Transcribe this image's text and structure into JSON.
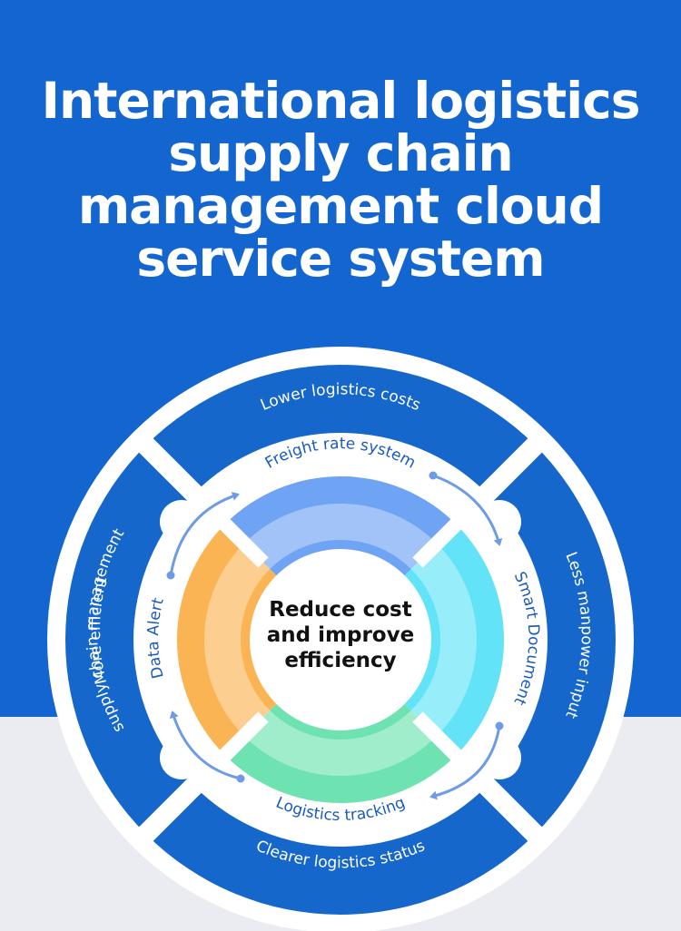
{
  "title": {
    "line1": "International logistics",
    "line2": "supply chain",
    "line3": "management cloud",
    "line4": "service system"
  },
  "outer_ring": {
    "top": "Lower logistics costs",
    "right": "Less manpower input",
    "bottom": "Clearer logistics status",
    "left_line1": "More efficient",
    "left_line2": "supply chain management"
  },
  "middle_ring": {
    "top": "Freight rate system",
    "right": "Smart Document",
    "bottom": "Logistics tracking",
    "left": "Data Alert"
  },
  "center": {
    "line1": "Reduce cost",
    "line2": "and improve",
    "line3": "efficiency"
  },
  "colors": {
    "background_blue": "#1366cf",
    "ring_blue": "#1667cc",
    "segment_top": "#6fa3f4",
    "segment_right": "#62e3f7",
    "segment_bottom": "#6ee3b1",
    "segment_left": "#fbb453",
    "arrow": "#6e9be6"
  }
}
